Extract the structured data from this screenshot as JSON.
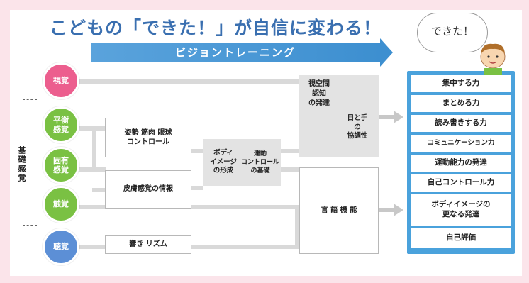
{
  "title": "こどもの「できた！」が自信に変わる！",
  "banner": "ビジョントレーニング",
  "speech": "できた！",
  "senses": {
    "visual": "視覚",
    "balance": "平衡\n感覚",
    "proprio": "固有\n感覚",
    "touch": "触覚",
    "hearing": "聴覚"
  },
  "basic_senses_label": "基礎感覚",
  "boxes": {
    "posture": "姿勢 筋肉 眼球\nコントロール",
    "skin": "皮膚感覚の情報",
    "rhythm": "響き    リズム",
    "body_image": "ボディ\nイメージ\nの形成",
    "motor_base": "運動\nコントロール\nの基礎",
    "spatial": "視空間\n認知\nの発達",
    "eye_hand": "目と手\nの\n協調性",
    "language": "言 語 機 能"
  },
  "results": [
    "集中する力",
    "まとめる力",
    "読み書きする力",
    "コミュニケーション力",
    "運動能力の発達",
    "自己コントロール力",
    "ボディイメージの\n更なる発達",
    "自己評価"
  ],
  "colors": {
    "background": "#fbe4ea",
    "title": "#3a6fb0",
    "banner": "#4a9ad8",
    "pink": "#ec5e8e",
    "green": "#7ac143",
    "blue": "#5c8fd6",
    "result_panel": "#4aa2dc"
  }
}
